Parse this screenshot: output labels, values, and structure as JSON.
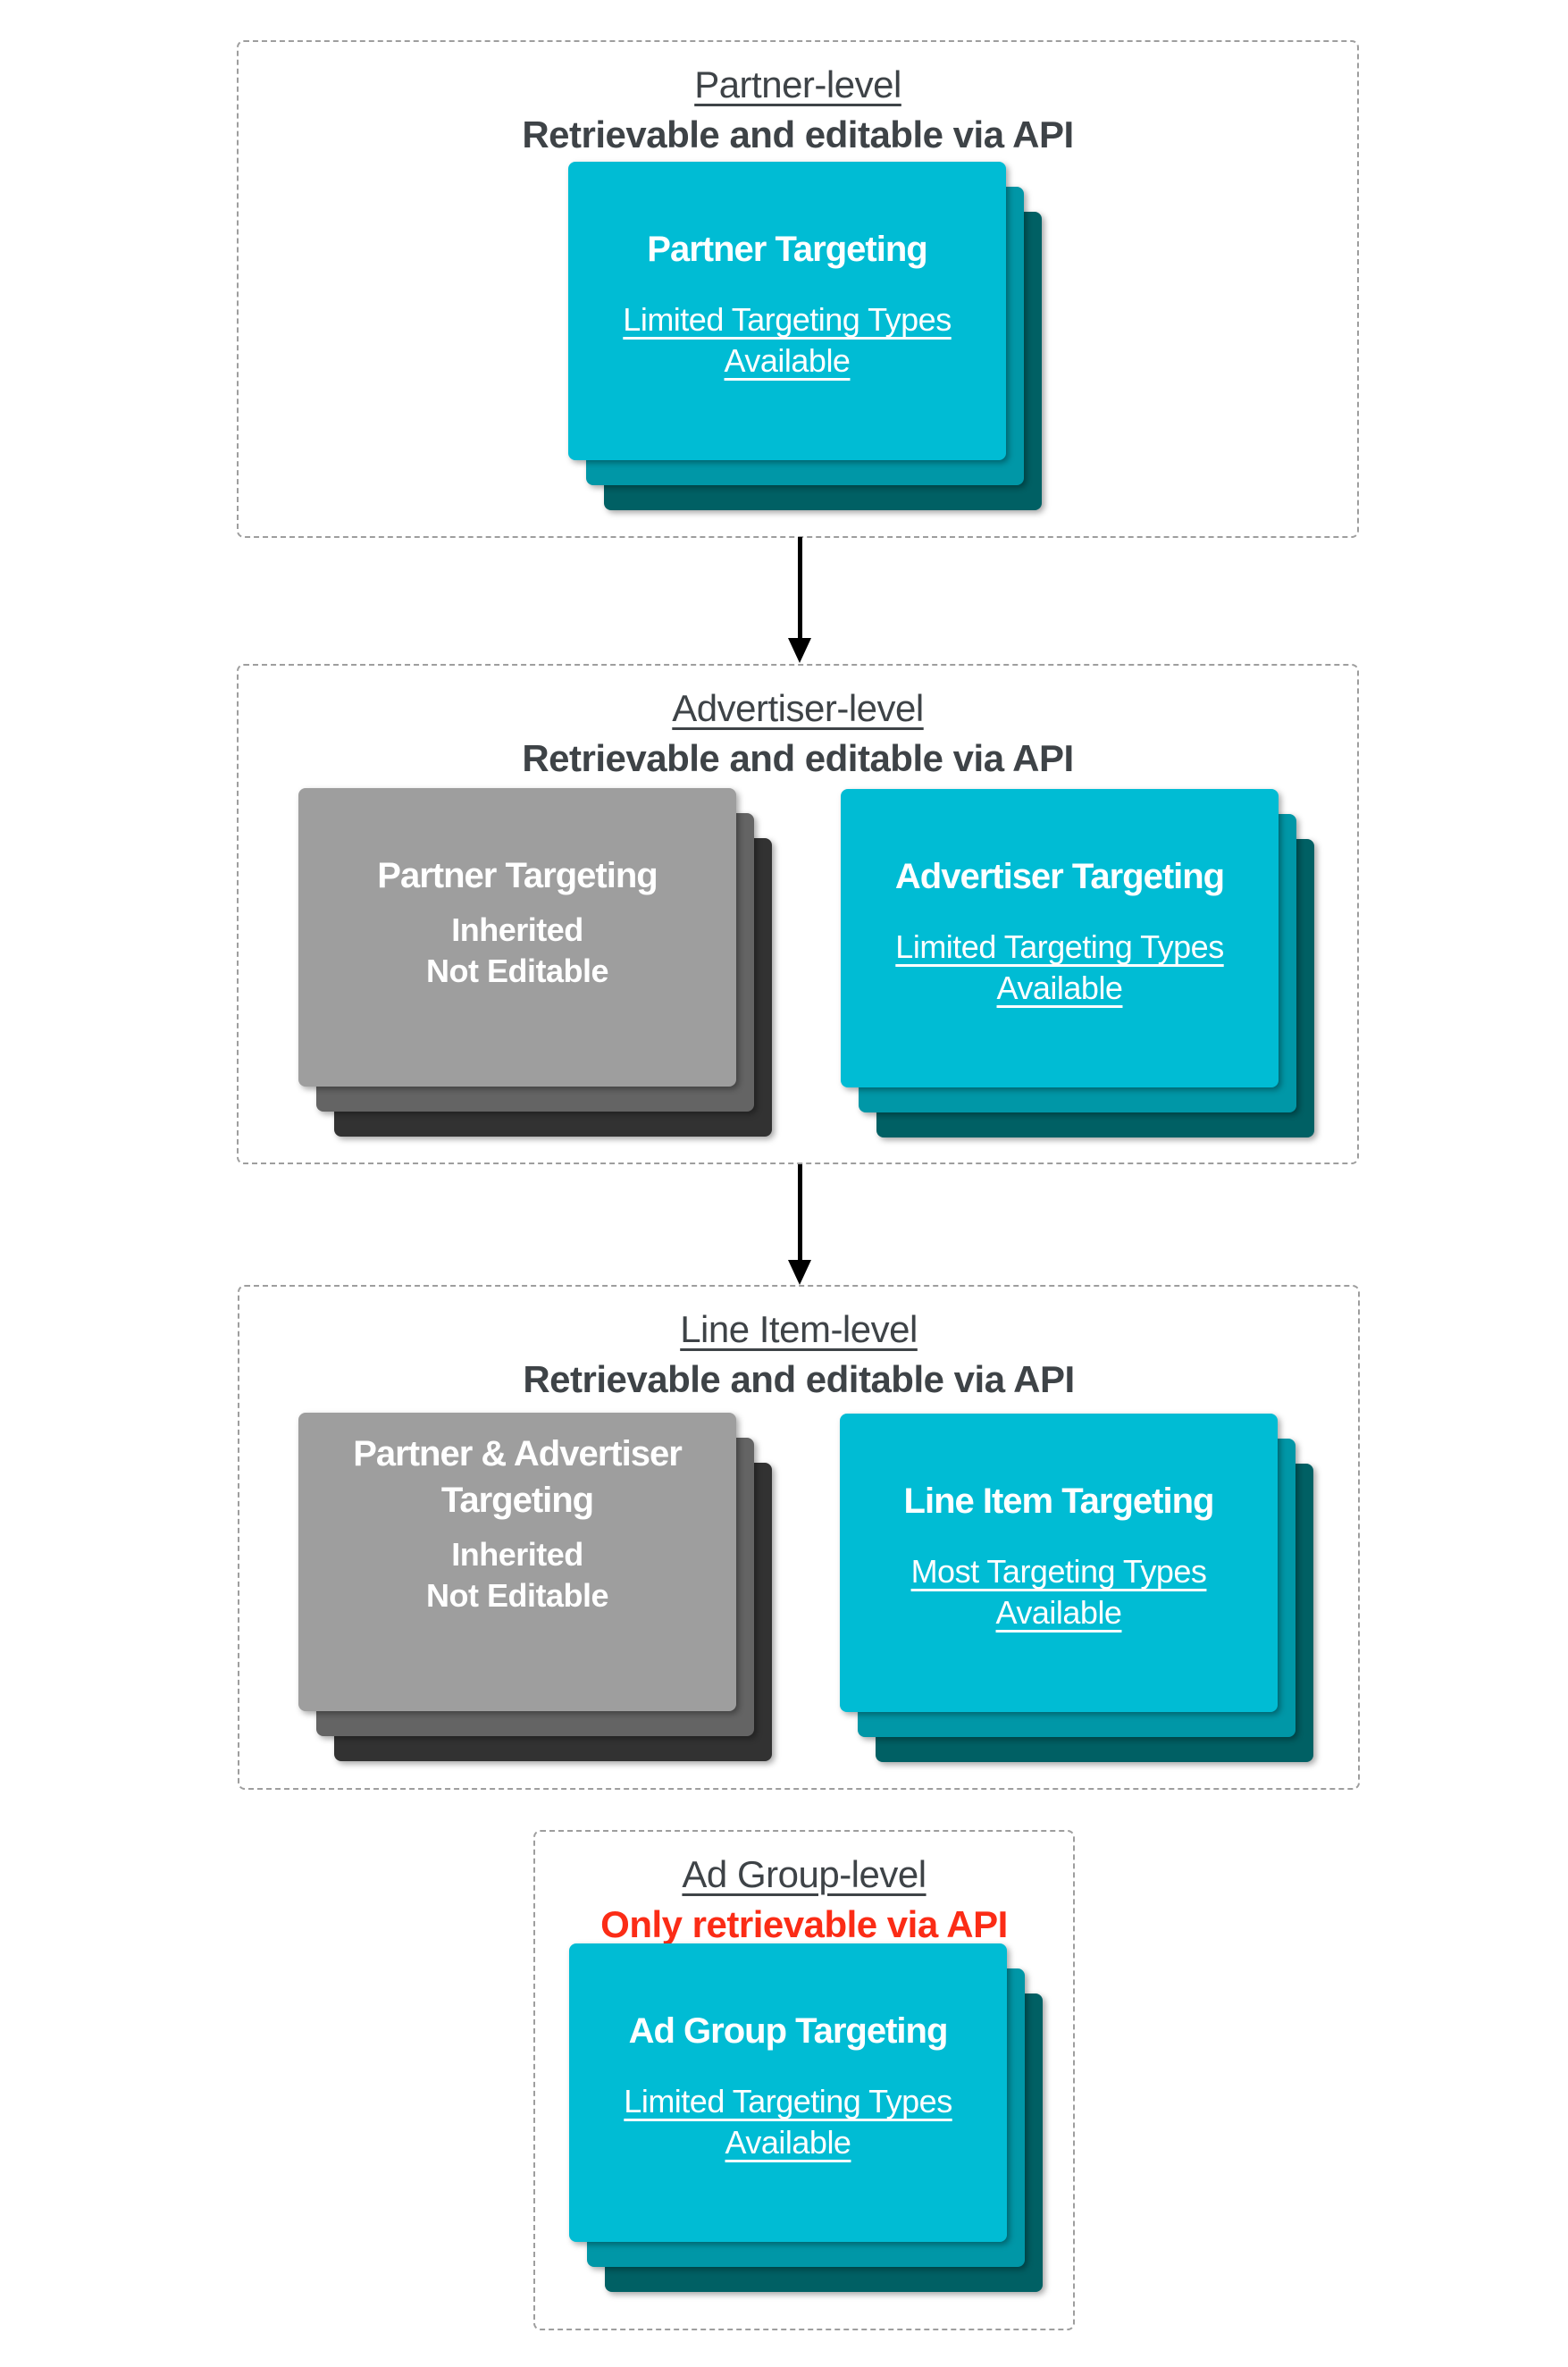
{
  "palette": {
    "cyan": [
      "#00BCD4",
      "#0097A7",
      "#006064"
    ],
    "gray": [
      "#9E9E9E",
      "#646464",
      "#323232"
    ],
    "header_text": "#3E4347",
    "alert_text": "#FB2C16",
    "arrow": "#000000",
    "dashed_border": "#9E9E9E",
    "card_text": "#FFFFFF"
  },
  "sections": [
    {
      "level_title": "Partner-level",
      "subtitle": "Retrievable and editable via API",
      "subtitle_color": "#3E4347",
      "stacks": [
        {
          "variant": "cyan",
          "title": "Partner Targeting",
          "subtitle": "Limited Targeting Types Available"
        }
      ]
    },
    {
      "level_title": "Advertiser-level",
      "subtitle": "Retrievable and editable via API",
      "subtitle_color": "#3E4347",
      "stacks": [
        {
          "variant": "gray",
          "title": "Partner Targeting",
          "subtitle_lines": [
            "Inherited",
            "Not Editable"
          ]
        },
        {
          "variant": "cyan",
          "title": "Advertiser Targeting",
          "subtitle": "Limited Targeting Types Available"
        }
      ]
    },
    {
      "level_title": "Line Item-level",
      "subtitle": "Retrievable and editable via API",
      "subtitle_color": "#3E4347",
      "stacks": [
        {
          "variant": "gray",
          "title": "Partner & Advertiser Targeting",
          "subtitle_lines": [
            "Inherited",
            "Not Editable"
          ]
        },
        {
          "variant": "cyan",
          "title": "Line Item Targeting",
          "subtitle": "Most Targeting Types Available"
        }
      ]
    },
    {
      "level_title": "Ad Group-level",
      "subtitle": "Only retrievable via API",
      "subtitle_color": "#FB2C16",
      "stacks": [
        {
          "variant": "cyan",
          "title": "Ad Group Targeting",
          "subtitle": "Limited Targeting Types Available"
        }
      ]
    }
  ]
}
